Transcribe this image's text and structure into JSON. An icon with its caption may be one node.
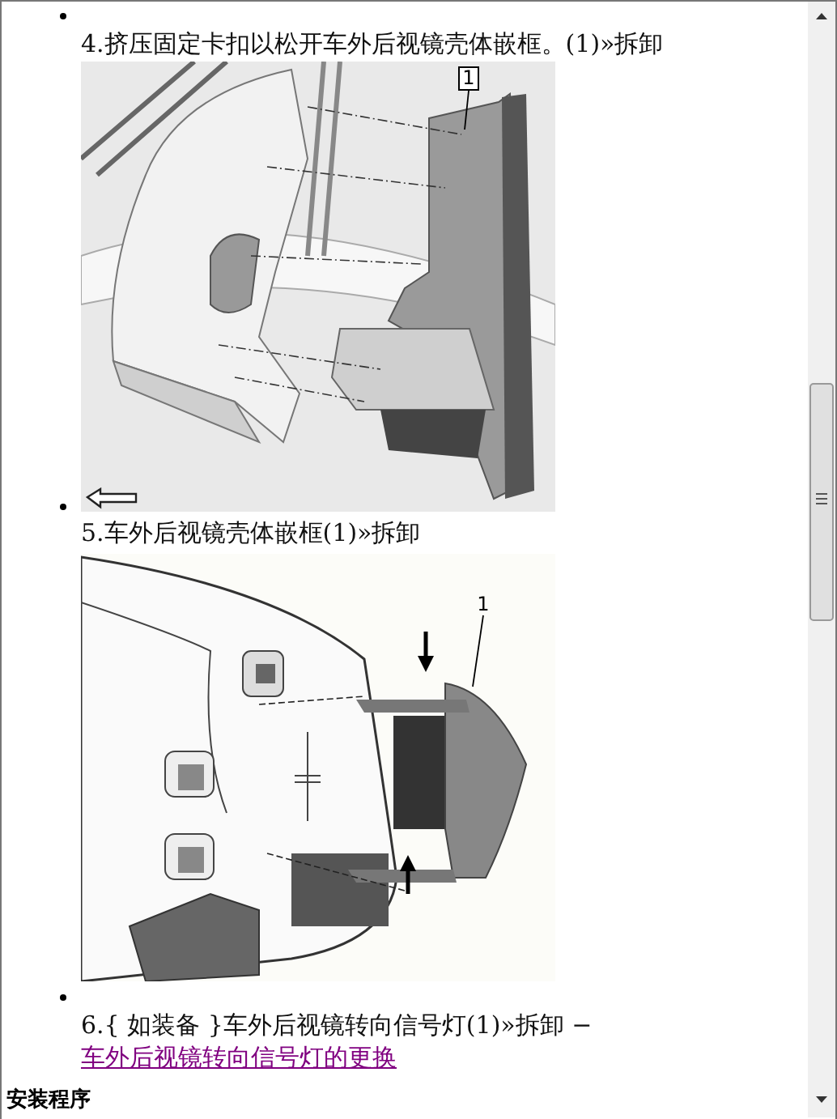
{
  "diagram": {
    "nodes": [
      {
        "text": [
          "1"
        ]
      },
      {
        "text": [
          "1"
        ]
      }
    ],
    "edges": [
      {
        "from": 0,
        "to": null,
        "arrow": "none"
      },
      {
        "from": 1,
        "to": null,
        "arrow": "none"
      }
    ],
    "labels": [
      "4.挤压固定卡扣以松开车外后视镜壳体嵌框。(1)»拆卸",
      "5.车外后视镜壳体嵌框(1)»拆卸",
      "6.{ 如装备 }车外后视镜转向信号灯(1)»拆卸 − ",
      "车外后视镜转向信号灯的更换",
      "安装程序"
    ]
  }
}
